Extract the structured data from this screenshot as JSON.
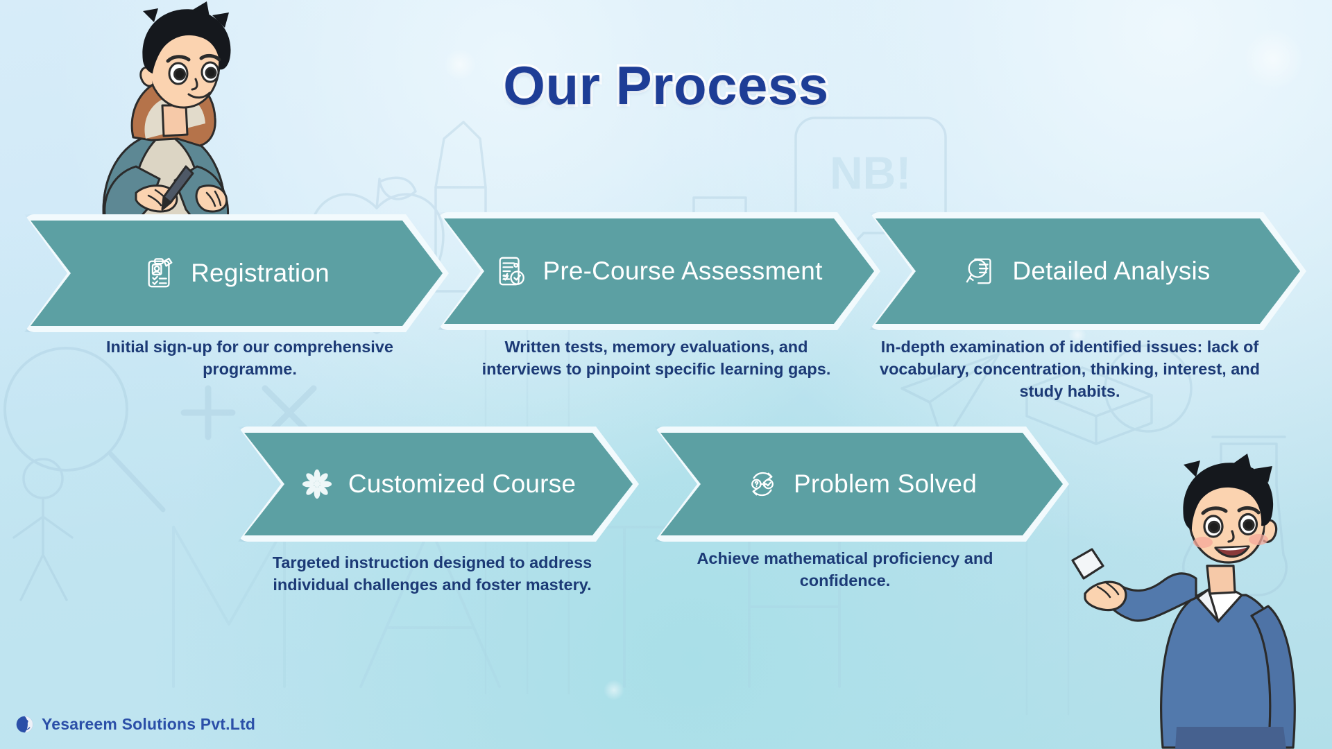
{
  "page": {
    "title": "Our Process",
    "background_color": "#cfe9f7",
    "accent_color": "#5ca0a3",
    "title_color": "#1e3d96",
    "text_color": "#1c3a76"
  },
  "steps": [
    {
      "id": "registration",
      "label": "Registration",
      "icon": "clipboard-user-checklist-icon",
      "description": "Initial sign-up for our comprehensive programme."
    },
    {
      "id": "pre-course-assessment",
      "label": "Pre-Course Assessment",
      "icon": "document-check-icon",
      "description": "Written tests, memory evaluations, and interviews to pinpoint specific learning gaps."
    },
    {
      "id": "detailed-analysis",
      "label": "Detailed Analysis",
      "icon": "magnifier-document-icon",
      "description": "In-depth examination of identified issues: lack of vocabulary, concentration, thinking, interest, and study habits."
    },
    {
      "id": "customized-course",
      "label": "Customized Course",
      "icon": "flower-petals-icon",
      "description": "Targeted instruction designed to address individual challenges and foster mastery."
    },
    {
      "id": "problem-solved",
      "label": "Problem Solved",
      "icon": "question-to-check-cycle-icon",
      "description": "Achieve mathematical proficiency and confidence."
    }
  ],
  "footer": {
    "brand": "Yesareem Solutions Pvt.Ltd",
    "logo": "globe-circle-logo"
  },
  "illustrations": [
    {
      "id": "student-writing",
      "position": "top-left",
      "alt": "Boy writing with a pen at a desk"
    },
    {
      "id": "student-pointing",
      "position": "bottom-right",
      "alt": "Boy in blue sweater holding chalk and pointing"
    }
  ]
}
